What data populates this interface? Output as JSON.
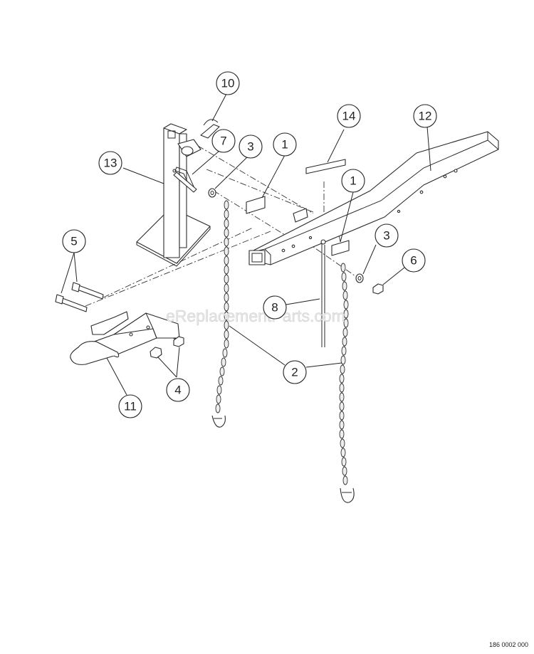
{
  "watermark": "eReplacementParts.com",
  "drawing_number": "186 0002 000",
  "callouts": [
    "10",
    "7",
    "3",
    "1",
    "14",
    "12",
    "13",
    "1",
    "5",
    "3",
    "6",
    "8",
    "2",
    "4",
    "11"
  ]
}
